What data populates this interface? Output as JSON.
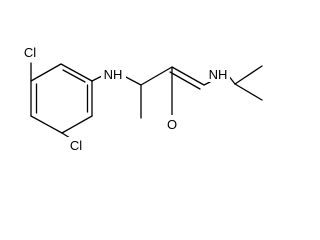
{
  "molecule": {
    "labels": {
      "cl_top": "Cl",
      "cl_bottom": "Cl",
      "amine_nh": "NH",
      "amide_nh": "NH",
      "carbonyl_o": "O"
    }
  }
}
